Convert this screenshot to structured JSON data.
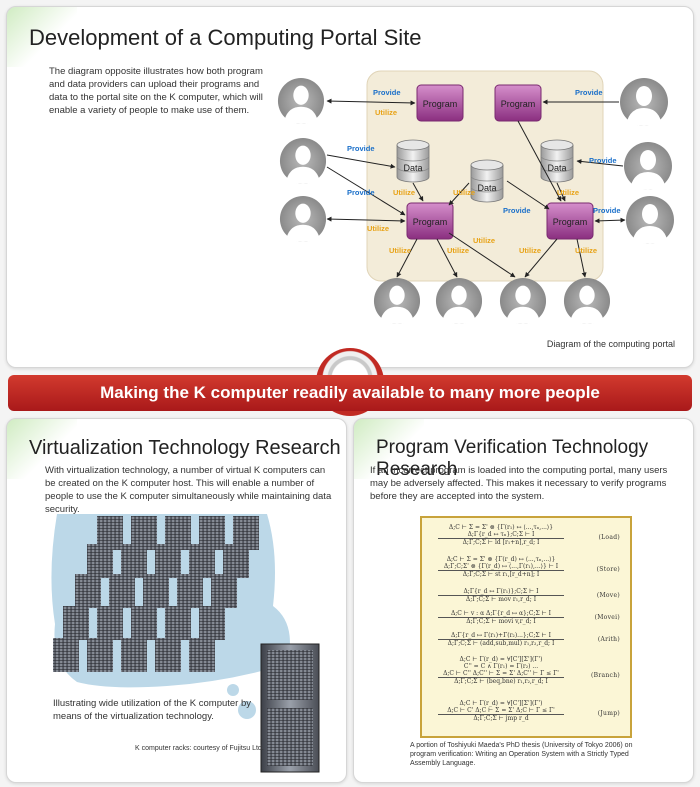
{
  "top": {
    "title": "Development of a Computing Portal Site",
    "description": "The diagram opposite illustrates how both program and data providers can upload their programs and data to the portal site on the K computer, which will enable a variety of people to make use of them.",
    "caption": "Diagram of the computing portal",
    "diagram": {
      "program_label": "Program",
      "data_label": "Data",
      "provide_label": "Provide",
      "utilize_label": "Utilize",
      "colors": {
        "program": "#9b3d8f",
        "provide": "#1a6fc9",
        "utilize": "#e8a317",
        "portal_bg": "#f3ecd9"
      }
    }
  },
  "banner": {
    "text": "Making the K computer readily available to many more people",
    "color": "#b8201d"
  },
  "left": {
    "title": "Virtualization Technology Research",
    "description": "With virtualization technology, a number of virtual K computers can be created on the K computer host. This will enable a number of people to use the K computer simultaneously while maintaining data security.",
    "illustration_text": "Illustrating  wide utilization of the K computer by means of the virtualization  technology.",
    "credit": "K computer racks:  courtesy of Fujitsu Ltd."
  },
  "right": {
    "title": "Program Verification Technology Research",
    "description": "If an incorrect program is loaded into the computing portal, many users may be adversely  affected. This makes it necessary to verify programs before they are accepted into the system.",
    "rules": [
      "(Load)",
      "(Store)",
      "(Move)",
      "(Movei)",
      "(Arith)",
      "(Branch)",
      "(Jump)"
    ],
    "formulas": [
      [
        "Δ;C ⊢ Σ = Σ' ⊗ {Γ(r₁) ↦ ⟨...,τₙ,...⟩}",
        "Δ;Γ{r_d ↦ τₙ};C;Σ ⊢ I",
        "Δ;Γ;C;Σ ⊢ ld [r₁+n],r_d; I"
      ],
      [
        "Δ;C ⊢ Σ = Σ' ⊗ {Γ(r_d) ↦ ⟨...,τₙ,...⟩}",
        "Δ;Γ;C;Σ' ⊗ {Γ(r_d) ↦ ⟨...,Γ(r₁),...⟩} ⊢ I",
        "Δ;Γ;C;Σ ⊢ st r₁,[r_d+n]; I"
      ],
      [
        "Δ;Γ{r_d ↦ Γ(r₁)};C;Σ ⊢ I",
        "Δ;Γ;C;Σ ⊢ mov r₁,r_d; I"
      ],
      [
        "Δ;C ⊢ v : α      Δ;Γ{r_d ↦ α};C;Σ ⊢ I",
        "Δ;Γ;C;Σ ⊢ movi v,r_d; I"
      ],
      [
        "Δ;Γ{r_d ↦ Γ(r₁)+Γ(r₂)...};C;Σ ⊢ I",
        "Δ;Γ;C;Σ ⊢ (add,sub,mul) r₁,r₂,r_d; I"
      ],
      [
        "Δ;C ⊢ Γ(r_d) = ∀[C'][Σ'](Γ')",
        "C'' = C ∧ Γ(r₁) = Γ(r₂) ...",
        "Δ;C ⊢ C''   Δ;C'' ⊢ Σ = Σ'   Δ;C'' ⊢ Γ ≤ Γ'",
        "Δ;Γ;C;Σ ⊢ (beq,bne) r₁,r₂,r_d; I"
      ],
      [
        "Δ;C ⊢ Γ(r_d) = ∀[C'][Σ'](Γ')",
        "Δ;C ⊢ C'    Δ;C ⊢ Σ = Σ'    Δ;C ⊢ Γ ≤ Γ'",
        "Δ;Γ;C;Σ ⊢ jmp r_d"
      ]
    ],
    "caption": "A portion of Toshiyuki Maeda's  PhD thesis  (University of Tokyo 2006) on program verification: Writing an Operation System with a Strictly Typed Assembly Language."
  }
}
